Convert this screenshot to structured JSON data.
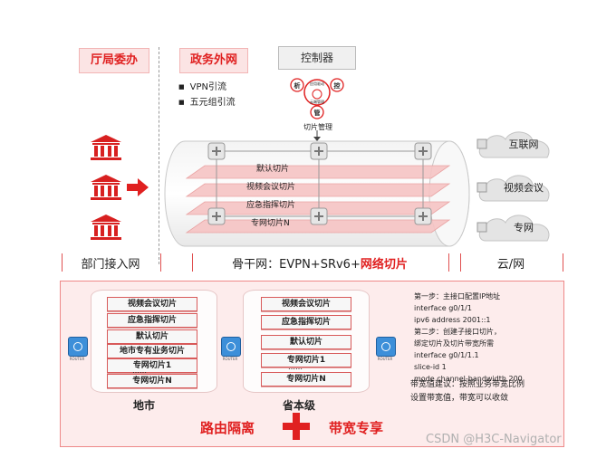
{
  "top_tags": {
    "bureau": "厅局委办",
    "gov_extranet": "政务外网",
    "controller": "控制器"
  },
  "controller_labels": {
    "left": "析",
    "right": "控",
    "bottom": "管",
    "center_top": "应用驱动",
    "center_bottom": "云端管理",
    "mgmt": "切片管理"
  },
  "bullets": [
    "VPN引流",
    "五元组引流"
  ],
  "backbone_slices": [
    "默认切片",
    "视频会议切片",
    "应急指挥切片",
    "专网切片N"
  ],
  "clouds": [
    "互联网",
    "视频会议",
    "专网"
  ],
  "sections": {
    "access": "部门接入网",
    "backbone_prefix": "骨干网：EVPN+SRv6+",
    "backbone_red": "网络切片",
    "cloud": "云/网"
  },
  "city_slices": [
    "视频会议切片",
    "应急指挥切片",
    "默认切片",
    "地市专有业务切片",
    "专网切片1",
    "专网切片N"
  ],
  "province_slices": [
    "视频会议切片",
    "应急指挥切片",
    "默认切片",
    "专网切片1",
    "专网切片N"
  ],
  "router_label": "ROUTER",
  "dots": "……",
  "city_label": "地市",
  "province_label": "省本级",
  "config_lines": [
    "第一步：主接口配置IP地址",
    "interface g0/1/1",
    "ipv6 address 2001::1",
    "第二步：创建子接口切片，",
    "绑定切片及切片带宽所需",
    "interface g0/1/1.1",
    "slice-id 1",
    "mode channel-bandwidth 200"
  ],
  "note_lines": [
    "带宽值建议：按照业务带宽比例",
    "设置带宽值，带宽可以收敛"
  ],
  "bottom_left": "路由隔离",
  "bottom_right": "带宽专享",
  "watermark": "CSDN @H3C-Navigator",
  "colors": {
    "accent_red": "#e02020",
    "panel_pink": "#fdecec",
    "router_blue": "#3d8fd9"
  }
}
